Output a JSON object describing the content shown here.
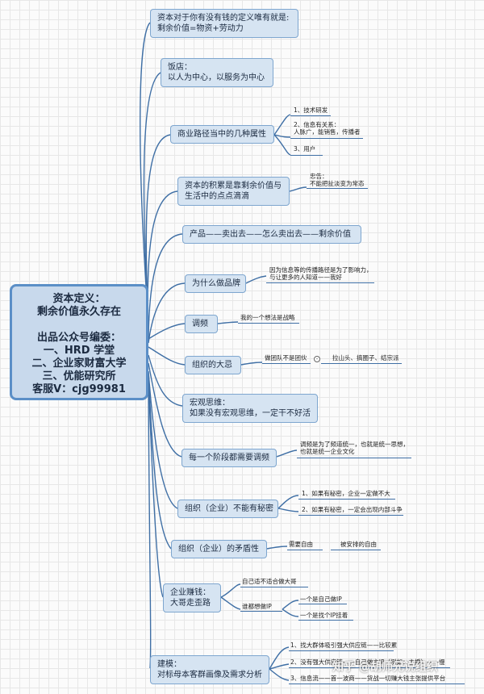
{
  "root": {
    "lines": [
      "资本定义：",
      "剩余价值永久存在",
      "",
      "出品公众号编委：",
      "一、HRD 学堂",
      "二、企业家财富大学",
      "三、优能研究所",
      "客服V：cjg99981"
    ]
  },
  "branches": {
    "b1": {
      "lines": [
        "资本对于你有没有钱的定义唯有就是:",
        "剩余价值=物资+劳动力"
      ]
    },
    "b2": {
      "lines": [
        "饭店：",
        "以人为中心，以服务为中心"
      ]
    },
    "b3": {
      "lines": [
        "商业路径当中的几种属性"
      ],
      "subs": [
        "1、技术研发",
        "2、信息有关系：",
        "人脉广，能销售，传播者",
        "3、用户"
      ]
    },
    "b4": {
      "lines": [
        "资本的积累是靠剩余价值与",
        "生活中的点点滴滴"
      ],
      "subs": [
        "忠告：",
        "不能把扯淡变为常态"
      ]
    },
    "b5": {
      "lines": [
        "产品——卖出去——怎么卖出去——剩余价值"
      ]
    },
    "b6": {
      "lines": [
        "为什么做品牌"
      ],
      "subs": [
        "因为信息等的传播路径是为了影响力，",
        "与让更多的人知道——我好"
      ]
    },
    "b7": {
      "lines": [
        "调频"
      ],
      "subs": [
        "我的一个想法是战略"
      ]
    },
    "b8": {
      "lines": [
        "组织的大忌"
      ],
      "subs": [
        "做团队不是团伙",
        "拉山头、搞圈子、结宗派"
      ],
      "collapse": "-"
    },
    "b9": {
      "lines": [
        "宏观思维：",
        "如果没有宏观思维，一定干不好活"
      ]
    },
    "b10": {
      "lines": [
        "每一个阶段都需要调频"
      ],
      "subs": [
        "调频是为了频道统一，也就是统一思想，",
        "也就是统一企业文化"
      ]
    },
    "b11": {
      "lines": [
        "组织（企业）不能有秘密"
      ],
      "subs": [
        "1、如果有秘密，企业一定做不大",
        "2、如果有秘密，一定会出现内部斗争"
      ]
    },
    "b12": {
      "lines": [
        "组织（企业）的矛盾性"
      ],
      "subs": [
        "需要自由",
        "被安排的自由"
      ]
    },
    "b13": {
      "lines": [
        "企业赚钱：",
        "大哥走歪路"
      ],
      "subs": [
        "自己适不适合做大哥",
        "谁都想做IP",
        "一个是自己做IP",
        "一个是找个IP挂着"
      ]
    },
    "b14": {
      "lines": [
        "建模：",
        "对标母本客群画像及需求分析"
      ],
      "subs": [
        "1、找大群体吸引强大供应链——比较累",
        "2、没有强大供应链——自己做主IP（例如：主播）——慢",
        "3、信息流——首一波商——货战一切赚大钱主张提供平台"
      ]
    }
  },
  "watermark": "知乎 @胡师兄说组织",
  "colors": {
    "root_fill": "#c8d9ec",
    "root_border": "#5b8fc7",
    "node_fill": "#d6e4f2",
    "node_border": "#7ea6cf",
    "line": "#3f6fa5"
  }
}
